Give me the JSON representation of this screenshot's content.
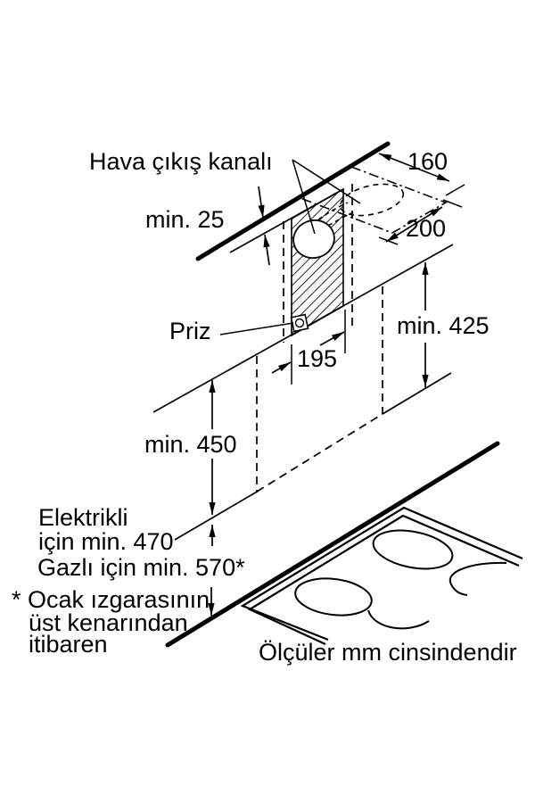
{
  "diagram": {
    "background": "#ffffff",
    "ink": "#000000",
    "labels": {
      "air_duct": "Hava çıkış kanalı",
      "min_ceiling_gap": "min. 25",
      "duct_width": "160",
      "duct_depth": "200",
      "socket": "Priz",
      "socket_offset": "195",
      "chimney_min": "min. 425",
      "wall_min": "min. 450",
      "electric_line1": "Elektrikli",
      "electric_line2": "için min. 470",
      "gas_line": "Gazlı için min. 570*",
      "footnote_line1": "* Ocak ızgarasının",
      "footnote_line2": "üst kenarından",
      "footnote_line3": "itibaren",
      "units_note": "Ölçüler mm cinsindendir"
    }
  }
}
